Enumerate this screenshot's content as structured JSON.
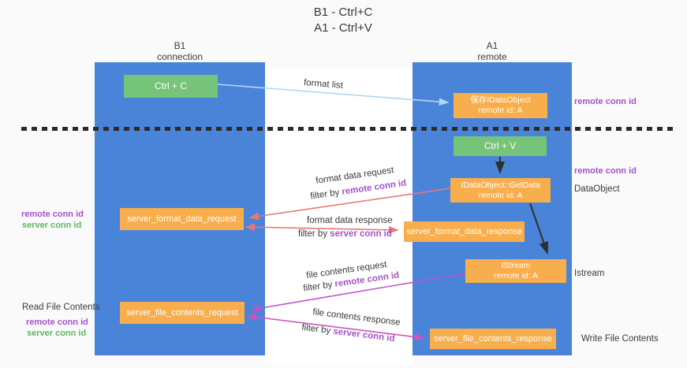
{
  "diagram": {
    "title_line1": "B1 - Ctrl+C",
    "title_line2": "A1 - Ctrl+V",
    "left_column": {
      "header1": "B1",
      "header2": "connection"
    },
    "right_column": {
      "header1": "A1",
      "header2": "remote"
    },
    "boxes": {
      "ctrl_c": "Ctrl + C",
      "ctrl_v": "Ctrl + V",
      "save_obj_line1": "保存IDataObject",
      "save_obj_line2": "remote id: A",
      "getdata_line1": "IDataObject::GetData",
      "getdata_line2": "remote id: A",
      "istream_line1": "IStream",
      "istream_line2": "remote id: A",
      "format_request": "server_format_data_request",
      "format_response": "server_format_data_response",
      "file_request": "server_file_contents_request",
      "file_response": "server_file_contents_response"
    },
    "arrow_labels": {
      "format_list": "format list",
      "format_data_request": "format data request",
      "format_data_response": "format data response",
      "file_contents_request": "file contents request",
      "file_contents_response": "file contents response",
      "filter_by": "filter by ",
      "remote_conn_id": "remote conn id",
      "server_conn_id": "server conn id"
    },
    "side_labels": {
      "remote_conn_id": "remote conn id",
      "server_conn_id": "server conn id",
      "dataobject": "DataObject",
      "istream": "Istream",
      "read_file_contents": "Read File Contents",
      "write_file_contents": "Write File Contents"
    },
    "colors": {
      "column_blue": "#4a84d9",
      "box_green": "#76c47a",
      "box_orange": "#f8ae4c",
      "arrow_salmon": "#e87878",
      "arrow_magenta_request": "#bb55cc",
      "arrow_magenta_response": "#cc55bb",
      "arrow_lightblue": "#b3d8f0",
      "arrow_black": "#2f2f2f",
      "label_purple": "#a552c8",
      "label_green": "#5cb85c"
    }
  }
}
